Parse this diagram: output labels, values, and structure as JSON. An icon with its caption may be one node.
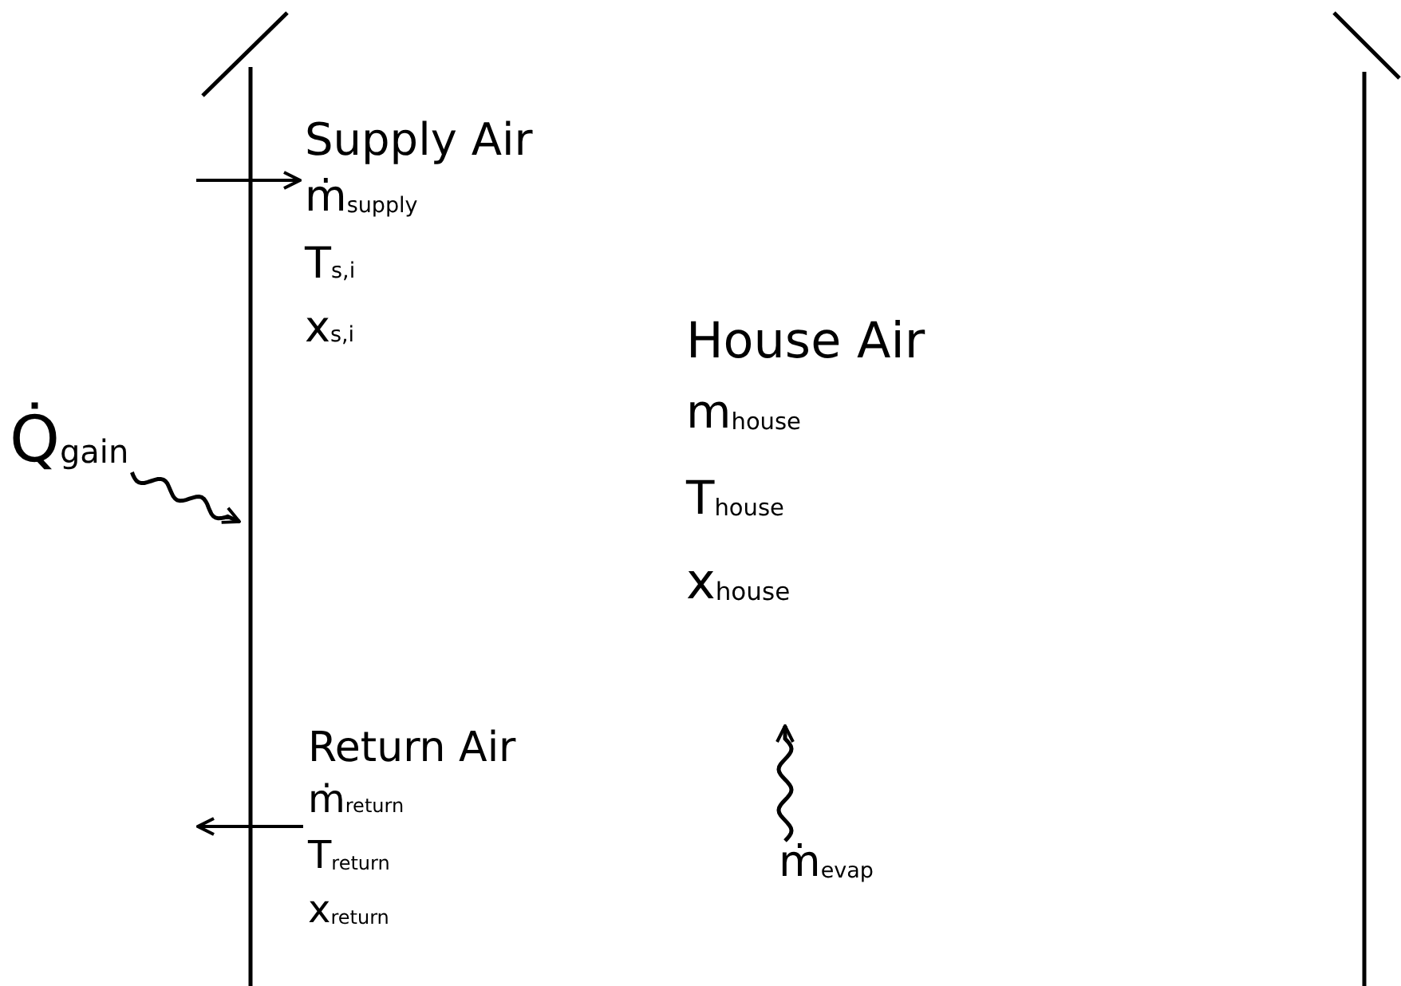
{
  "diagram": {
    "nodes": [
      {
        "text": [
          "Supply Air",
          "ṁ$_{supply}$",
          "T$_{s,i}$",
          "x$_{s,i}$"
        ]
      },
      {
        "text": [
          "Return Air",
          "ṁ$_{return}$",
          "T$_{return}$",
          "x$_{return}$"
        ]
      },
      {
        "text": [
          "Q̇$_{gain}$"
        ]
      },
      {
        "text": [
          "ṁ$_{evap}$"
        ]
      }
    ],
    "edges": [
      {
        "from": null,
        "to": 0,
        "arrow": "to"
      },
      {
        "from": 1,
        "to": null,
        "arrow": "to"
      },
      {
        "from": 2,
        "to": null,
        "arrow": "to"
      },
      {
        "from": 3,
        "to": null,
        "arrow": "to"
      }
    ],
    "labels": [
      "House Air",
      "m$_{house}$",
      "T$_{house}$",
      "x$_{house}$"
    ]
  }
}
